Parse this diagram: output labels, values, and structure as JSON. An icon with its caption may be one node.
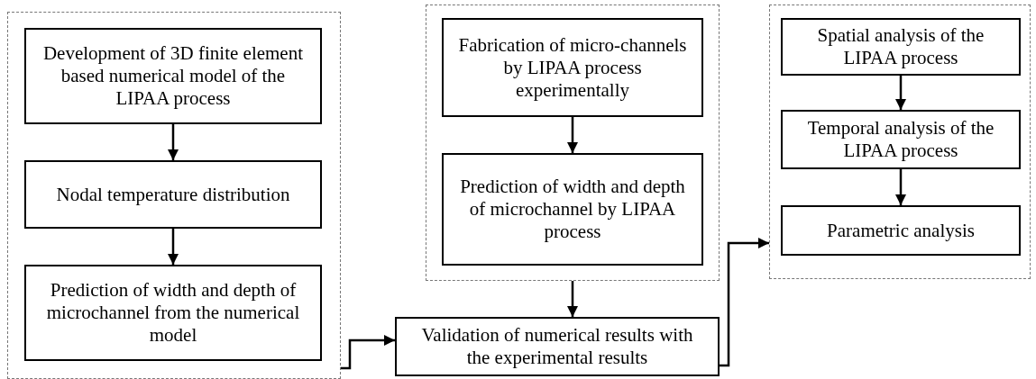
{
  "diagram": {
    "nodes": [
      {
        "text": [],
        "shape": "box"
      },
      {
        "text": [
          "Development of 3D finite element based numerical model of the LIPAA process"
        ],
        "in": 0
      },
      {
        "text": [
          "Nodal temperature distribution"
        ],
        "in": 0
      },
      {
        "text": [
          "Prediction of width and depth of microchannel from the numerical model"
        ],
        "in": 0
      },
      {
        "text": [],
        "shape": "box"
      },
      {
        "text": [
          "Fabrication of micro-channels by LIPAA process experimentally"
        ],
        "in": 4
      },
      {
        "text": [
          "Prediction of width and depth of microchannel by LIPAA process"
        ],
        "in": 4
      },
      {
        "text": [
          "Validation of numerical results with the experimental results"
        ]
      },
      {
        "text": [],
        "shape": "box"
      },
      {
        "text": [
          "Spatial analysis of the LIPAA process"
        ],
        "in": 8
      },
      {
        "text": [
          "Temporal analysis of the LIPAA process"
        ],
        "in": 8
      },
      {
        "text": [
          "Parametric analysis"
        ],
        "in": 8
      }
    ],
    "edges": [
      {
        "from": 1,
        "to": 2,
        "arrow": "to"
      },
      {
        "from": 2,
        "to": 3,
        "arrow": "to"
      },
      {
        "from": 0,
        "to": 7,
        "arrow": "to"
      },
      {
        "from": 5,
        "to": 6,
        "arrow": "to"
      },
      {
        "from": 4,
        "to": 7,
        "arrow": "to"
      },
      {
        "from": 7,
        "to": 8,
        "arrow": "to"
      },
      {
        "from": 9,
        "to": 10,
        "arrow": "to"
      },
      {
        "from": 10,
        "to": 11,
        "arrow": "to"
      }
    ]
  }
}
